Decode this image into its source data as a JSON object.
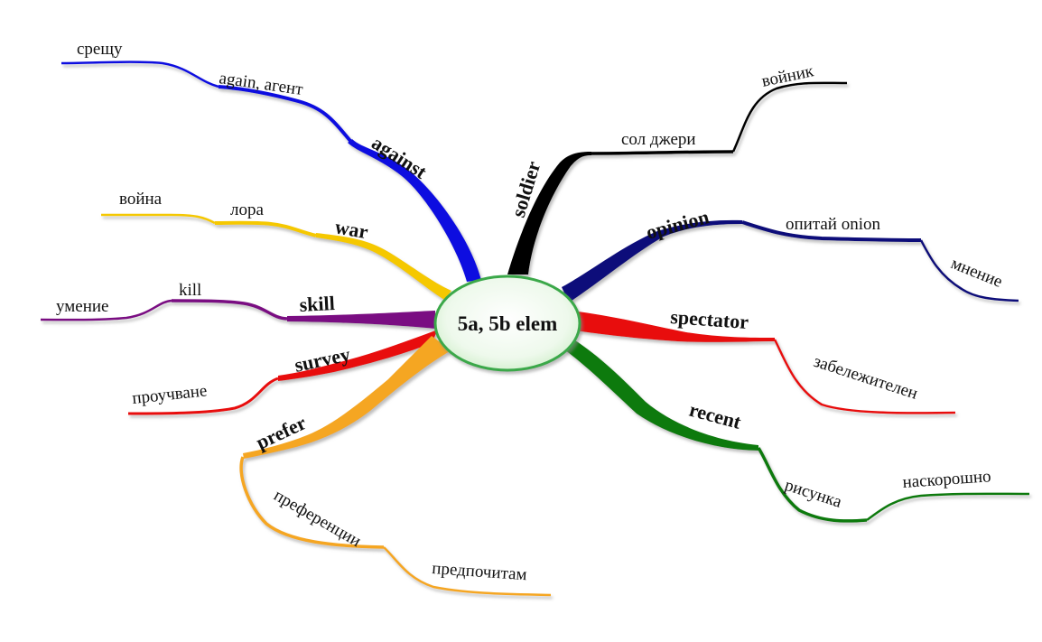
{
  "center": {
    "label": "5a, 5b elem"
  },
  "branches": [
    {
      "id": "against",
      "color": "#1010e0",
      "label": "against",
      "sub": [
        "again, агент",
        "срещу"
      ]
    },
    {
      "id": "war",
      "color": "#f5c800",
      "label": "war",
      "sub": [
        "лора",
        "война"
      ]
    },
    {
      "id": "skill",
      "color": "#7a0c82",
      "label": "skill",
      "sub": [
        "kill",
        "умение"
      ]
    },
    {
      "id": "survey",
      "color": "#e80c0c",
      "label": "survey",
      "sub": [
        "проучване"
      ]
    },
    {
      "id": "prefer",
      "color": "#f5a623",
      "label": "prefer",
      "sub": [
        "преференции",
        "предпочитам"
      ]
    },
    {
      "id": "soldier",
      "color": "#000000",
      "label": "soldier",
      "sub": [
        "сол джери",
        "войник"
      ]
    },
    {
      "id": "opinion",
      "color": "#10107a",
      "label": "opinion",
      "sub": [
        "опитай onion",
        "мнение"
      ]
    },
    {
      "id": "spectator",
      "color": "#e80c0c",
      "label": "spectator",
      "sub": [
        "забележителен"
      ]
    },
    {
      "id": "recent",
      "color": "#0e7a0e",
      "label": "recent",
      "sub": [
        "рисунка",
        "наскорошно"
      ]
    }
  ]
}
